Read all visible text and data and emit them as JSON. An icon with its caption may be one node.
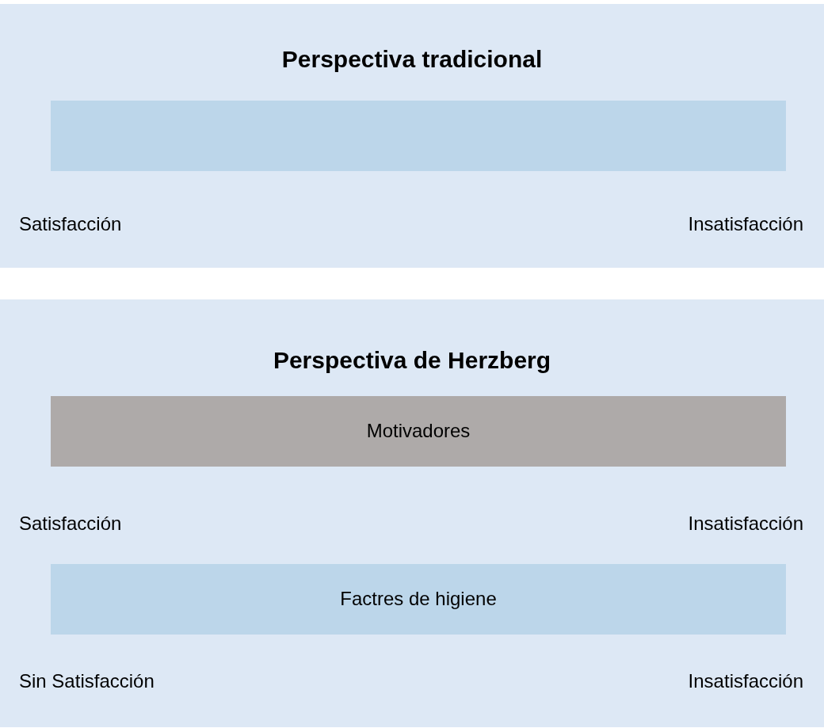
{
  "diagram": {
    "nodes": [
      {
        "text": [
          "Perspectiva tradicional",
          "Satisfacción",
          "Insatisfacción"
        ]
      },
      {
        "text": [],
        "shape": "bar",
        "in": 0
      },
      {
        "text": [
          "Perspectiva de Herzberg",
          "Satisfacción",
          "Insatisfacción",
          "Sin Satisfacción",
          "Insatisfacción"
        ]
      },
      {
        "text": [
          "Motivadores"
        ],
        "in": 2
      },
      {
        "text": [
          "Factres de higiene"
        ],
        "in": 2
      }
    ]
  }
}
